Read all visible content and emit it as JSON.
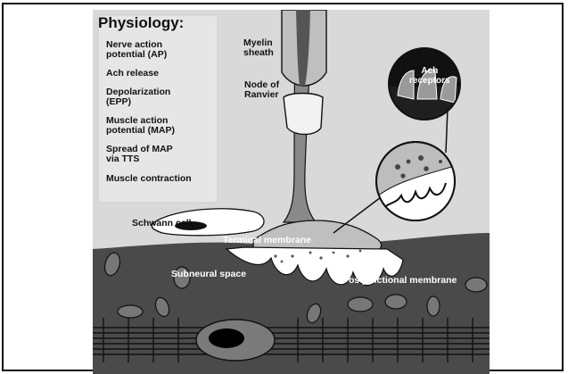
{
  "physiology": {
    "title": "Physiology:",
    "steps": [
      "Nerve action\npotential (AP)",
      "Ach release",
      "Depolarization\n(EPP)",
      "Muscle action\npotential (MAP)",
      "Spread of MAP\nvia TTS",
      "Muscle contraction"
    ]
  },
  "labels": {
    "myelin_sheath": "Myelin\nsheath",
    "node_of_ranvier": "Node of\nRanvier",
    "ach_receptors": "Ach\nreceptors",
    "schwann_cell": "Schwann cell",
    "terminal_membrane": "Terminal membrane",
    "subneural_space": "Subneural space",
    "postjunctional_membrane": "Postjunctional membrane"
  },
  "colors": {
    "background": "#ffffff",
    "extracellular": "#d9d9d9",
    "muscle": "#4a4a4a",
    "physiology_box": "#e6e6e6",
    "axon": "#a6a6a6"
  }
}
